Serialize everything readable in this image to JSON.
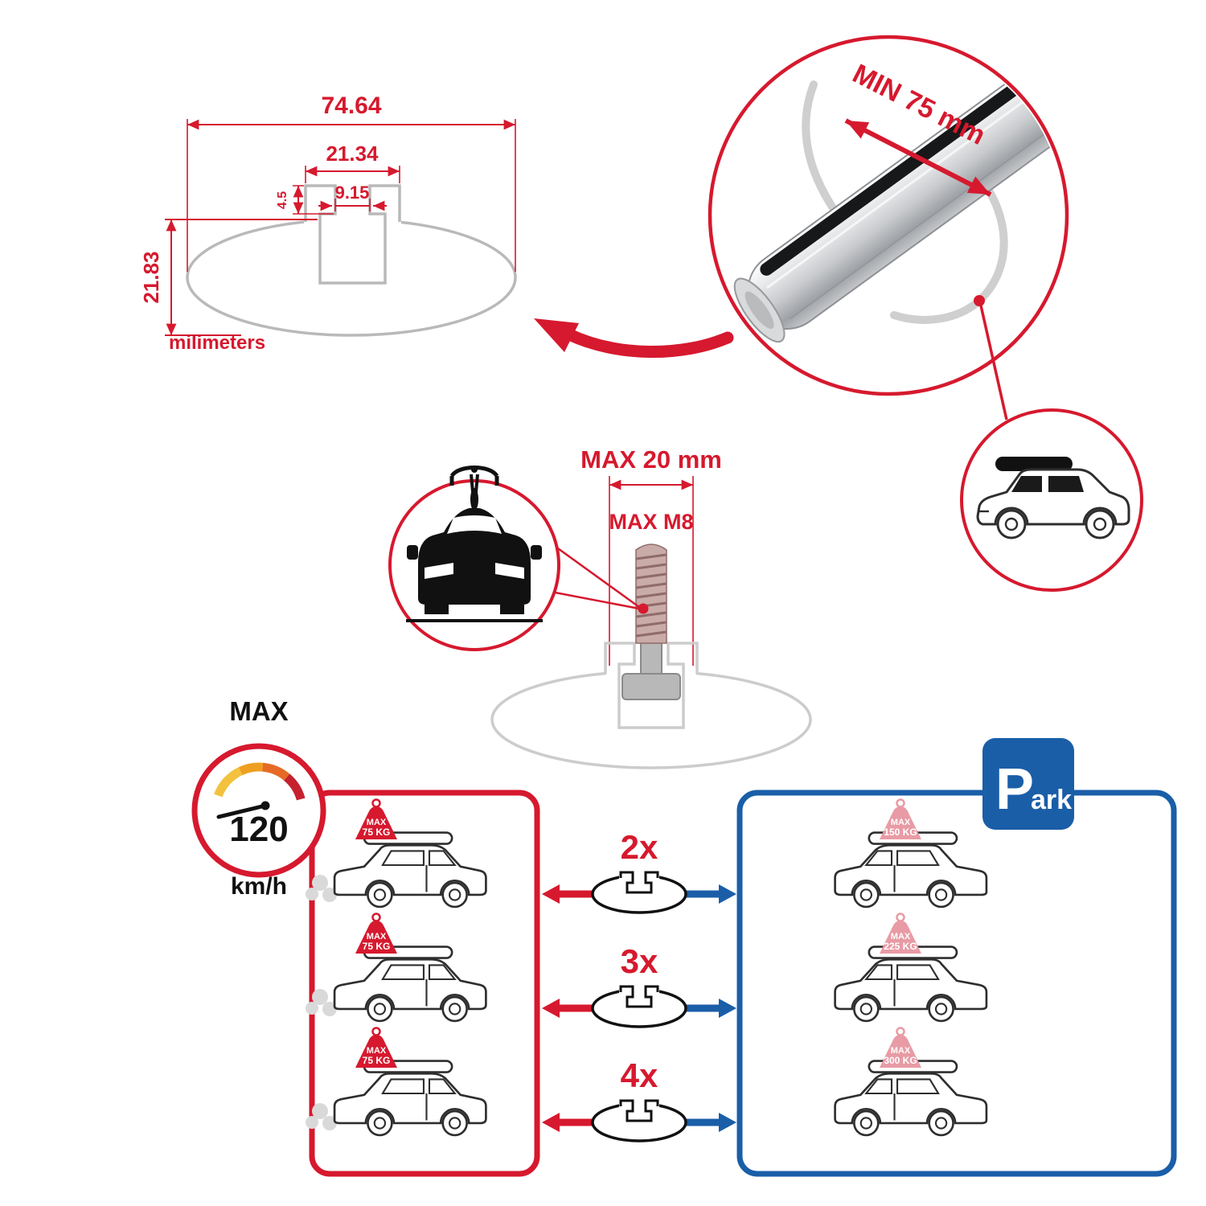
{
  "colors": {
    "accent_red": "#d6192e",
    "accent_blue": "#1a5ea8",
    "profile_gray": "#b9b9b9",
    "tag_pink": "#e89ba5"
  },
  "profile_dims": {
    "total_width": "74.64",
    "channel_width": "21.34",
    "slot_width": "9.15",
    "lip_depth": "4.5",
    "height": "21.83",
    "units": "milimeters"
  },
  "bar_detail": {
    "min_span": "MIN 75 mm"
  },
  "mount": {
    "max_length": "MAX 20 mm",
    "max_thread": "MAX M8"
  },
  "speed_limit": {
    "label": "MAX",
    "value": "120",
    "unit": "km/h"
  },
  "park_sign": {
    "letter": "P",
    "rest": "ark"
  },
  "comparison": {
    "rows": [
      {
        "count": "2x",
        "driving": {
          "line1": "MAX",
          "line2": "75 KG"
        },
        "parked": {
          "line1": "MAX",
          "line2": "150 KG"
        }
      },
      {
        "count": "3x",
        "driving": {
          "line1": "MAX",
          "line2": "75 KG"
        },
        "parked": {
          "line1": "MAX",
          "line2": "225 KG"
        }
      },
      {
        "count": "4x",
        "driving": {
          "line1": "MAX",
          "line2": "75 KG"
        },
        "parked": {
          "line1": "MAX",
          "line2": "300 KG"
        }
      }
    ]
  }
}
